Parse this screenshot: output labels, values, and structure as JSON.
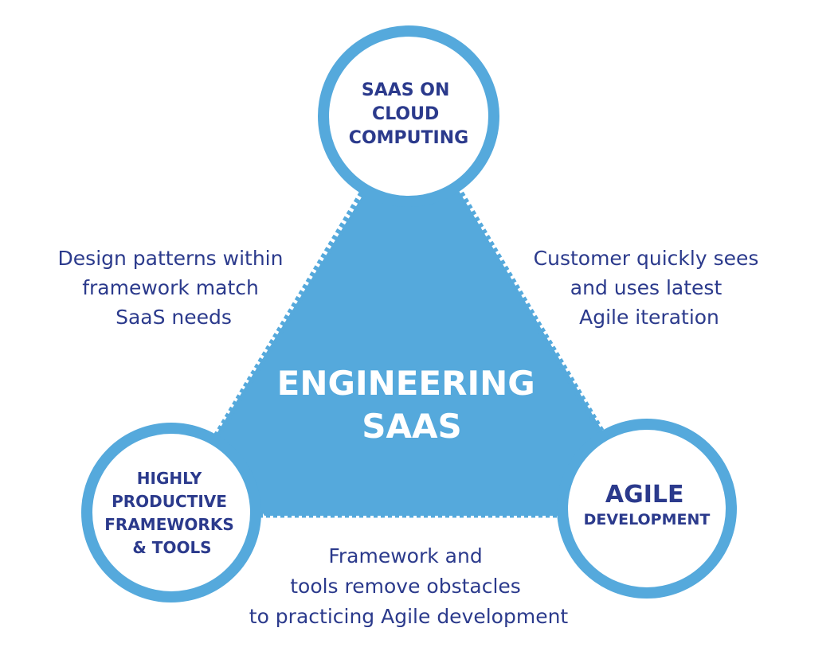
{
  "colors": {
    "accent": "#55a9dc",
    "text": "#2b3a8c",
    "center_text": "#ffffff",
    "background": "#ffffff"
  },
  "center": {
    "lines": [
      "ENGINEERING",
      "SAAS"
    ]
  },
  "nodes": {
    "top": {
      "lines": [
        "SAAS ON",
        "CLOUD",
        "COMPUTING"
      ]
    },
    "left": {
      "lines": [
        "HIGHLY",
        "PRODUCTIVE",
        "FRAMEWORKS",
        "& TOOLS"
      ]
    },
    "right": {
      "lines": [
        "AGILE",
        "DEVELOPMENT"
      ]
    }
  },
  "edges": {
    "left": {
      "lines": [
        "Design patterns within",
        "framework match",
        "SaaS needs"
      ]
    },
    "right": {
      "lines": [
        "Customer quickly sees",
        "and uses latest",
        "Agile iteration"
      ]
    },
    "bottom": {
      "lines": [
        "Framework and",
        "tools remove obstacles",
        "to practicing Agile development"
      ]
    }
  }
}
